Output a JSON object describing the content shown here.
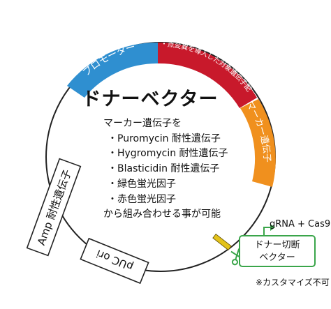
{
  "center": {
    "title": "ドナーベクター",
    "desc_intro": "マーカー遺伝子を",
    "items": [
      "・Puromycin 耐性遺伝子",
      "・Hygromycin 耐性遺伝子",
      "・Blasticidin 耐性遺伝子",
      "・緑色蛍光因子",
      "・赤色蛍光因子"
    ],
    "desc_outro": "から組み合わせる事が可能"
  },
  "segments": {
    "promoter": "プロモーター",
    "mutation": "・点変異を導入した対象遺伝子配列",
    "marker": "マーカー遺伝子",
    "amp": "Amp 耐性遺伝子",
    "puc": "pUC ori"
  },
  "side": {
    "grna": "gRNA + Cas9",
    "box_line1": "ドナー切断",
    "box_line2": "ベクター",
    "note": "※カスタマイズ不可"
  },
  "colors": {
    "promoter": "#2f8fd0",
    "mutation": "#c8192b",
    "marker": "#f0901e",
    "green": "#3aa54a",
    "cut_site": "#e3c21a"
  }
}
